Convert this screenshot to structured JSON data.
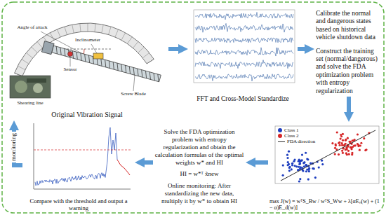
{
  "diagram": {
    "nodes": [
      {
        "text": [
          "Original Vibration Signal"
        ]
      },
      {
        "text": [
          "FFT and Cross-Model Standardize"
        ]
      },
      {
        "text": [
          "Calibrate the normal and dangerous states based on historical vehicle shutdown data",
          "Construct the training set (normal/dangerous) and solve the FDA optimization problem with entropy regularization"
        ]
      },
      {
        "text": [
          "max J(w) = wᵀS_Bw / wᵀS_Ww + λ[αEₙ(w) + (1 − α)E_d(w)]"
        ]
      },
      {
        "text": [
          "Solve the FDA optimization problem with entropy regularization and obtain the calculation formulas of the optimal weights w* and HI",
          "HI = w*ᵀ x̃new",
          "Online monitoring: After standardizing the new data, multiply it by w* to obtain HI"
        ]
      },
      {
        "text": [
          "Compare with the threshold and output a warning"
        ]
      }
    ],
    "edges": [
      {
        "from": 0,
        "to": 1,
        "arrow": "to"
      },
      {
        "from": 1,
        "to": 2,
        "arrow": "to"
      },
      {
        "from": 2,
        "to": 3,
        "arrow": "to"
      },
      {
        "from": 3,
        "to": 4,
        "arrow": "to"
      },
      {
        "from": 4,
        "to": 5,
        "arrow": "to"
      },
      {
        "from": 5,
        "to": 0,
        "arrow": "to",
        "label": "monitoring"
      }
    ],
    "labels": [
      "Inclinometer",
      "Angle of attack",
      "Sensor",
      "Screw Blade",
      "Shearing line"
    ],
    "legend": [
      {
        "text": "Class 1",
        "color": "#1f3fbf"
      },
      {
        "text": "Class 2",
        "color": "#d62728"
      },
      {
        "text": "FDA direction"
      }
    ]
  }
}
